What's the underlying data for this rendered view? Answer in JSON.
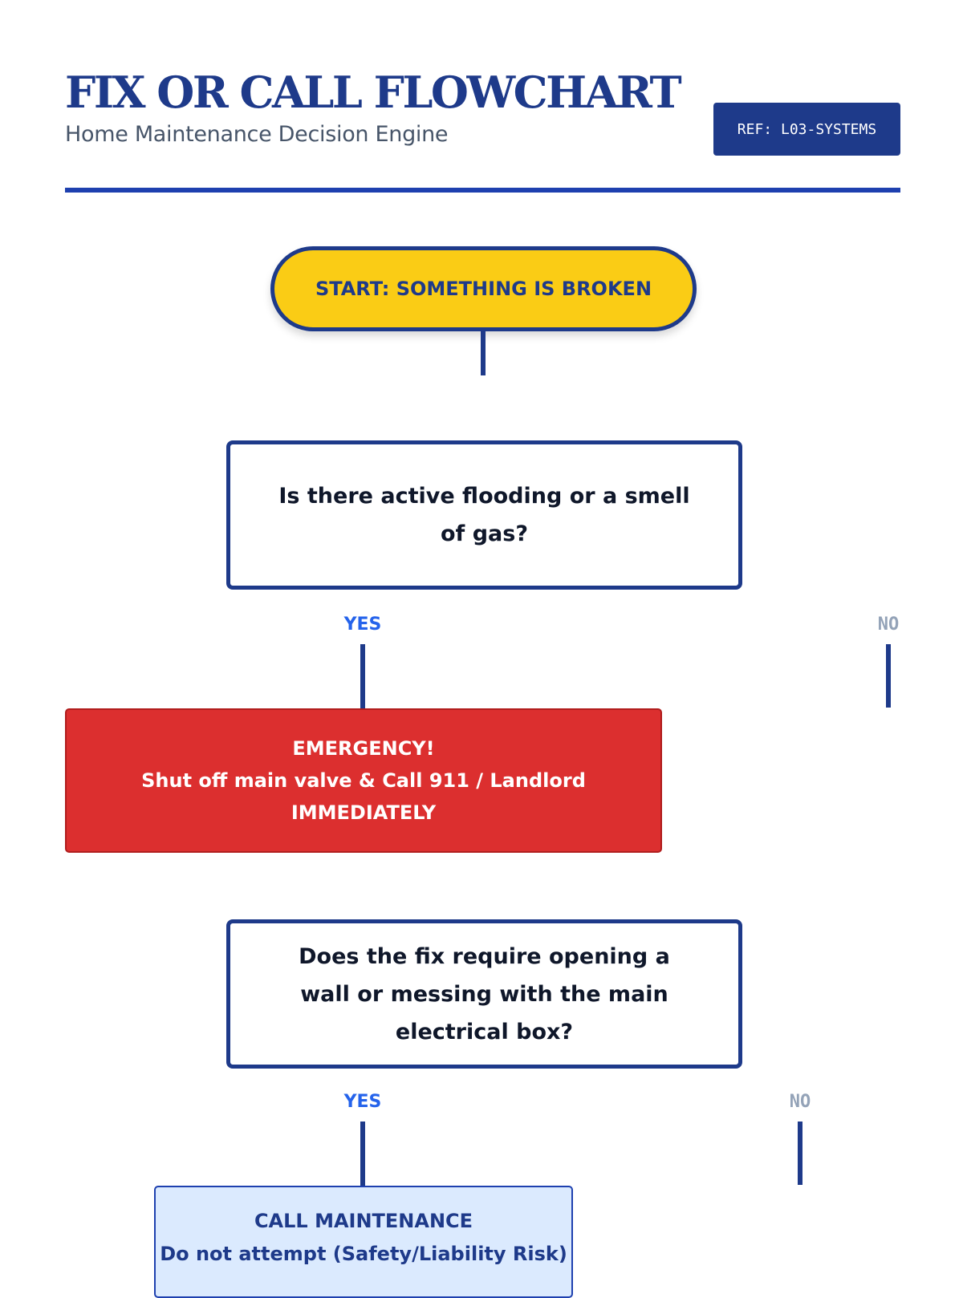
{
  "header": {
    "title": "FIX OR CALL FLOWCHART",
    "subtitle": "Home Maintenance Decision Engine",
    "ref_badge": "REF: L03-SYSTEMS"
  },
  "flowchart": {
    "start": "START: SOMETHING IS BROKEN",
    "question_1": {
      "text": "Is there active flooding or a smell of gas?",
      "yes_label": "YES",
      "no_label": "NO"
    },
    "emergency": {
      "line_1": "EMERGENCY!",
      "line_2": "Shut off main valve & Call 911 / Landlord",
      "line_3": "IMMEDIATELY"
    },
    "question_2": {
      "text": "Does the fix require opening a wall or messing with the main electrical box?",
      "yes_label": "YES",
      "no_label": "NO"
    },
    "call_maintenance": {
      "line_1": "CALL MAINTENANCE",
      "line_2": "Do not attempt (Safety/Liability Risk)"
    }
  },
  "colors": {
    "primary": "#1e3a8a",
    "start_fill": "#facc15",
    "emergency_fill": "#dc2f2f",
    "call_fill": "#dbeafe",
    "yes_label": "#2563eb",
    "no_label": "#94a3b8"
  }
}
